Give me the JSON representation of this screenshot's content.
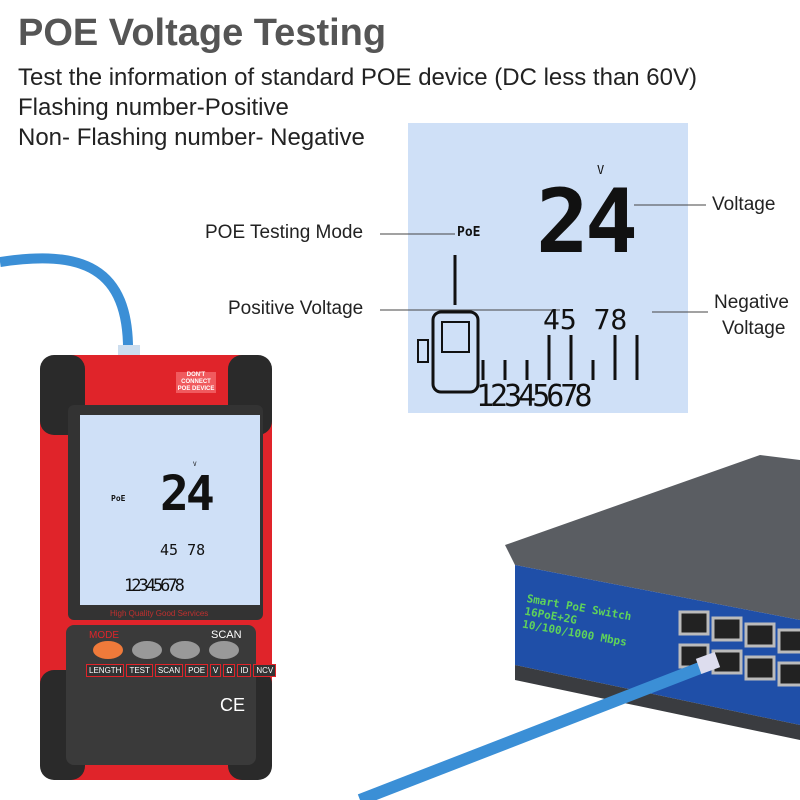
{
  "title": "POE Voltage Testing",
  "description_lines": [
    "Test the information of standard POE device (DC less than 60V)",
    "Flashing number-Positive",
    "Non- Flashing number- Negative"
  ],
  "callouts": {
    "mode": "POE Testing Mode",
    "voltage": "Voltage",
    "positive": "Positive Voltage",
    "negative_1": "Negative",
    "negative_2": "Voltage"
  },
  "lcd": {
    "voltage": "24",
    "unit": "V",
    "mode_badge": "PoE",
    "pairs_top": "45 78",
    "pins": "12345678"
  },
  "device": {
    "warning": "DON'T CONNECT POE DEVICE",
    "slogan": "High Quality Good Services",
    "mode": "MODE",
    "scan": "SCAN",
    "keys": [
      "LENGTH",
      "TEST",
      "SCAN",
      "POE",
      "V",
      "Ω",
      "ID",
      "NCV"
    ],
    "cert": "CE"
  },
  "switch": {
    "line1": "Smart PoE Switch",
    "line2": "16PoE+2G",
    "line3": "10/100/1000 Mbps"
  },
  "colors": {
    "device_red": "#e0242a",
    "lcd_blue": "#cfe0f7",
    "switch_blue": "#1f4fa8",
    "cable_blue": "#3b8fd6",
    "switch_text": "#5fd35a"
  }
}
